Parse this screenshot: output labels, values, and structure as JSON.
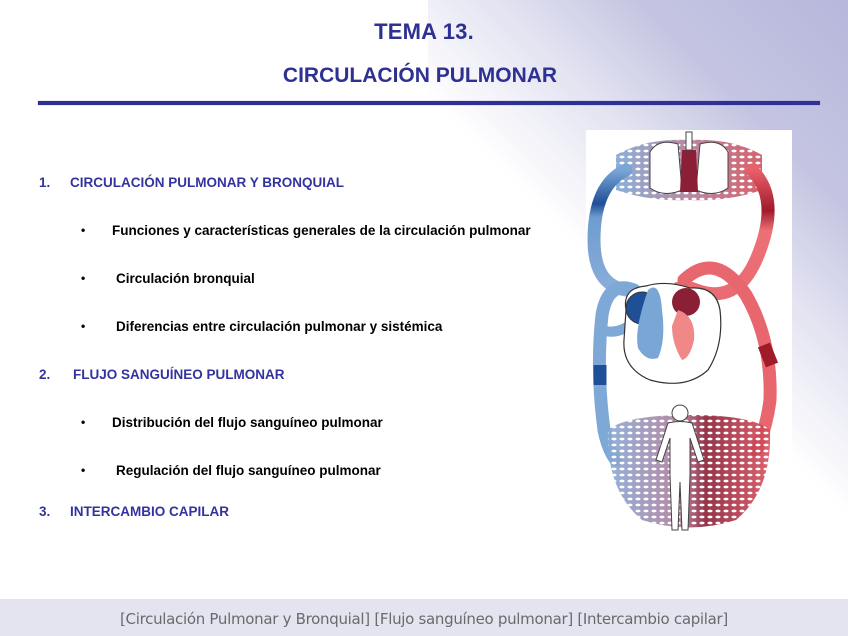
{
  "slide": {
    "title_line_1": "TEMA 13.",
    "title_line_2": "CIRCULACIÓN PULMONAR",
    "colors": {
      "title": "#2e3192",
      "section_heading": "#3333a0",
      "subitem": "#000000",
      "divider": "#2e3192",
      "footer_bg": "#e4e4f1",
      "footer_text": "#6a6a6a"
    }
  },
  "outline": {
    "sections": [
      {
        "number": "1.",
        "label": "CIRCULACIÓN PULMONAR Y BRONQUIAL",
        "items": [
          {
            "bullet": "•",
            "label": "Funciones y características generales de la circulación pulmonar"
          },
          {
            "bullet": "•",
            "label": "Circulación bronquial"
          },
          {
            "bullet": "•",
            "label": "Diferencias entre circulación pulmonar y sistémica"
          }
        ]
      },
      {
        "number": "2.",
        "label": "FLUJO SANGUÍNEO PULMONAR",
        "items": [
          {
            "bullet": "•",
            "label": "Distribución del flujo sanguíneo pulmonar"
          },
          {
            "bullet": "•",
            "label": "Regulación del flujo sanguíneo pulmonar"
          }
        ]
      },
      {
        "number": "3.",
        "label": "INTERCAMBIO CAPILAR",
        "items": []
      }
    ]
  },
  "diagram": {
    "icon": "circulation-diagram",
    "description": "Pulmonary and systemic circulation: lungs, heart, human figure with blue (deoxygenated) and red (oxygenated) vessels"
  },
  "footer": {
    "text": "[Circulación Pulmonar y Bronquial] [Flujo sanguíneo pulmonar] [Intercambio capilar]"
  }
}
